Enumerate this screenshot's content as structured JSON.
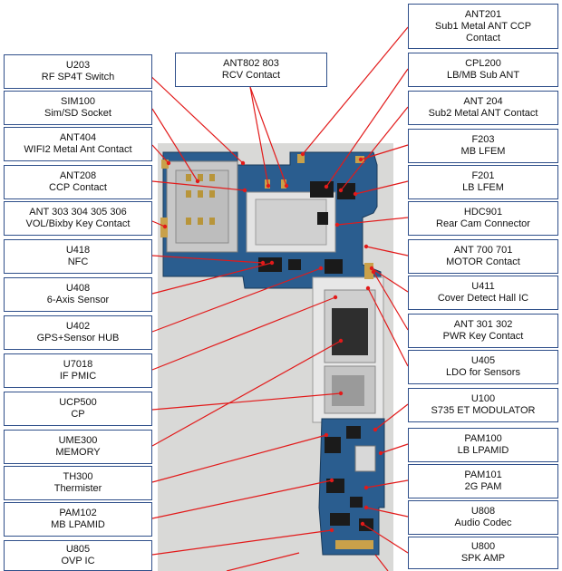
{
  "colors": {
    "leader": "#e21a1a",
    "box_border": "#2f4f8a",
    "pcb": "#2a5d8f",
    "backdrop": "#d7d7d5"
  },
  "labels": {
    "ant201": {
      "ref": "ANT201",
      "desc": "Sub1 Metal ANT CCP",
      "desc2": "Contact"
    },
    "u203": {
      "ref": "U203",
      "desc": "RF SP4T Switch"
    },
    "ant802": {
      "ref": "ANT802 803",
      "desc": "RCV Contact"
    },
    "cpl200": {
      "ref": "CPL200",
      "desc": "LB/MB Sub ANT"
    },
    "sim100": {
      "ref": "SIM100",
      "desc": "Sim/SD Socket"
    },
    "ant204": {
      "ref": "ANT 204",
      "desc": "Sub2 Metal ANT Contact"
    },
    "ant404": {
      "ref": "ANT404",
      "desc": "WIFI2 Metal Ant Contact"
    },
    "f203": {
      "ref": "F203",
      "desc": "MB LFEM"
    },
    "ant208": {
      "ref": "ANT208",
      "desc": "CCP Contact"
    },
    "f201": {
      "ref": "F201",
      "desc": "LB LFEM"
    },
    "ant303": {
      "ref": "ANT 303 304 305 306",
      "desc": "VOL/Bixby Key Contact"
    },
    "hdc901": {
      "ref": "HDC901",
      "desc": "Rear Cam Connector"
    },
    "u418": {
      "ref": "U418",
      "desc": "NFC"
    },
    "ant700": {
      "ref": "ANT 700 701",
      "desc": "MOTOR Contact"
    },
    "u408": {
      "ref": "U408",
      "desc": "6-Axis Sensor"
    },
    "u411": {
      "ref": "U411",
      "desc": "Cover Detect Hall IC"
    },
    "u402": {
      "ref": "U402",
      "desc": "GPS+Sensor HUB"
    },
    "ant301": {
      "ref": "ANT 301 302",
      "desc": "PWR Key Contact"
    },
    "u7018": {
      "ref": "U7018",
      "desc": "IF PMIC"
    },
    "u405": {
      "ref": "U405",
      "desc": "LDO for Sensors"
    },
    "ucp500": {
      "ref": "UCP500",
      "desc": "CP"
    },
    "u100": {
      "ref": "U100",
      "desc": "S735 ET MODULATOR"
    },
    "ume300": {
      "ref": "UME300",
      "desc": "MEMORY"
    },
    "pam100": {
      "ref": "PAM100",
      "desc": "LB LPAMID"
    },
    "th300": {
      "ref": "TH300",
      "desc": "Thermister"
    },
    "pam101": {
      "ref": "PAM101",
      "desc": "2G PAM"
    },
    "pam102": {
      "ref": "PAM102",
      "desc": "MB LPAMID"
    },
    "u808": {
      "ref": "U808",
      "desc": "Audio Codec"
    },
    "u805": {
      "ref": "U805",
      "desc": "OVP IC"
    },
    "u800": {
      "ref": "U800",
      "desc": "SPK AMP"
    }
  }
}
